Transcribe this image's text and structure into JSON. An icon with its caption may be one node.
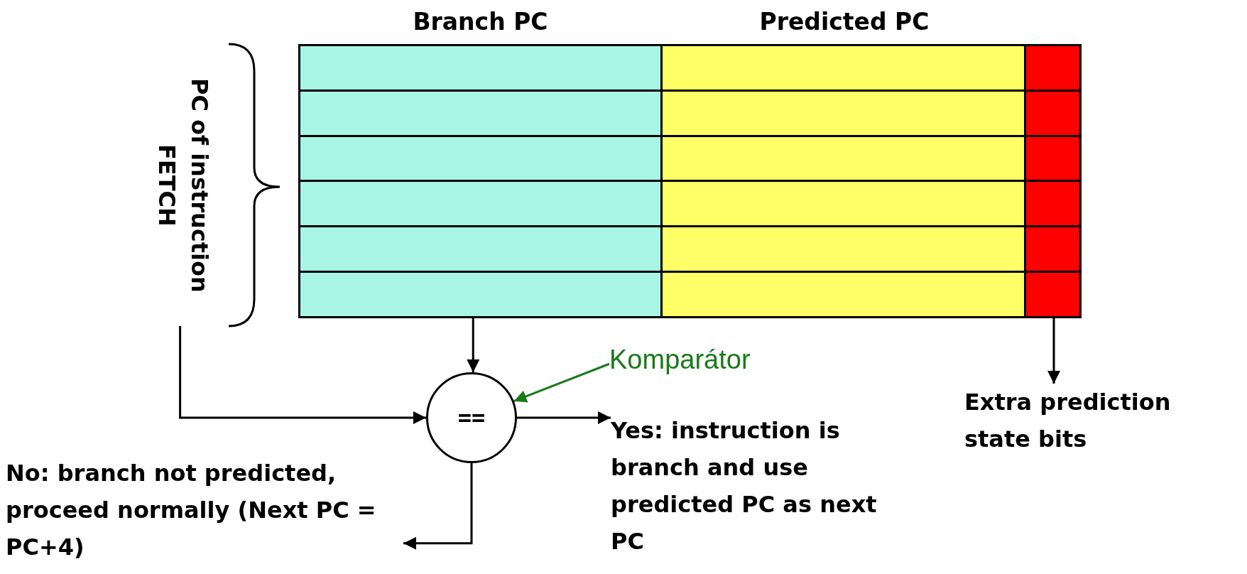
{
  "diagram": {
    "nodes": [
      {
        "text": [
          "PC of instruction FETCH"
        ]
      },
      {
        "text": [
          "Branch PC"
        ]
      },
      {
        "text": [
          "Predicted PC"
        ]
      },
      {
        "text": [],
        "shape": "bar"
      },
      {
        "text": [
          "=="
        ]
      },
      {
        "text": [
          "Komparátor"
        ]
      },
      {
        "text": [
          "Yes: instruction is branch and use predicted PC as next PC"
        ]
      },
      {
        "text": [
          "No: branch not predicted, proceed normally (Next PC = PC+4)"
        ]
      },
      {
        "text": [
          "Extra prediction state bits"
        ]
      }
    ],
    "edges": [
      {
        "from": 0,
        "to": 4,
        "arrow": "to"
      },
      {
        "from": 1,
        "to": 4,
        "arrow": "to"
      },
      {
        "from": 3,
        "to": 8,
        "arrow": "to"
      },
      {
        "from": 4,
        "to": 6,
        "arrow": "to"
      },
      {
        "from": 4,
        "to": 7,
        "arrow": "to"
      },
      {
        "from": 5,
        "to": 4,
        "arrow": "to",
        "color": "#1a7a1a"
      }
    ]
  }
}
